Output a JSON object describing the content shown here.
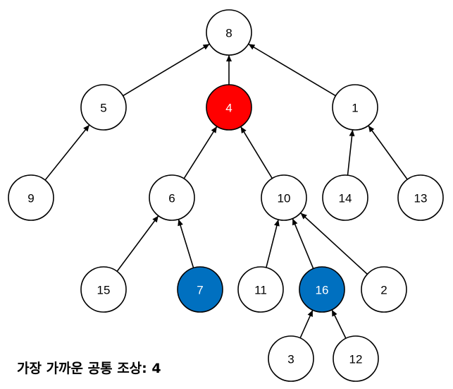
{
  "colors": {
    "default_fill": "#ffffff",
    "ancestor_fill": "#ff0000",
    "query_fill": "#0070c0",
    "stroke": "#000000"
  },
  "nodes": [
    {
      "id": "8",
      "label": "8",
      "role": "default"
    },
    {
      "id": "5",
      "label": "5",
      "role": "default"
    },
    {
      "id": "4",
      "label": "4",
      "role": "ancestor"
    },
    {
      "id": "1",
      "label": "1",
      "role": "default"
    },
    {
      "id": "9",
      "label": "9",
      "role": "default"
    },
    {
      "id": "6",
      "label": "6",
      "role": "default"
    },
    {
      "id": "10",
      "label": "10",
      "role": "default"
    },
    {
      "id": "14",
      "label": "14",
      "role": "default"
    },
    {
      "id": "13",
      "label": "13",
      "role": "default"
    },
    {
      "id": "15",
      "label": "15",
      "role": "default"
    },
    {
      "id": "7",
      "label": "7",
      "role": "query"
    },
    {
      "id": "11",
      "label": "11",
      "role": "default"
    },
    {
      "id": "16",
      "label": "16",
      "role": "query"
    },
    {
      "id": "2",
      "label": "2",
      "role": "default"
    },
    {
      "id": "3",
      "label": "3",
      "role": "default"
    },
    {
      "id": "12",
      "label": "12",
      "role": "default"
    }
  ],
  "edges": [
    {
      "child": "5",
      "parent": "8"
    },
    {
      "child": "4",
      "parent": "8"
    },
    {
      "child": "1",
      "parent": "8"
    },
    {
      "child": "9",
      "parent": "5"
    },
    {
      "child": "6",
      "parent": "4"
    },
    {
      "child": "10",
      "parent": "4"
    },
    {
      "child": "14",
      "parent": "1"
    },
    {
      "child": "13",
      "parent": "1"
    },
    {
      "child": "15",
      "parent": "6"
    },
    {
      "child": "7",
      "parent": "6"
    },
    {
      "child": "11",
      "parent": "10"
    },
    {
      "child": "16",
      "parent": "10"
    },
    {
      "child": "2",
      "parent": "10"
    },
    {
      "child": "3",
      "parent": "16"
    },
    {
      "child": "12",
      "parent": "16"
    }
  ],
  "caption": "가장 가까운 공통 조상: 4"
}
